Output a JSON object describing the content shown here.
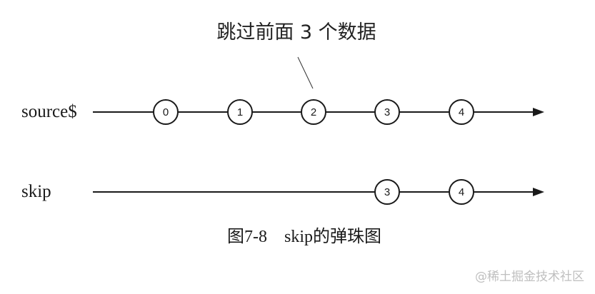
{
  "annotation": {
    "text": "跳过前面 3 个数据",
    "points_to": "2"
  },
  "streams": [
    {
      "label": "source$",
      "marbles": [
        "0",
        "1",
        "2",
        "3",
        "4"
      ]
    },
    {
      "label": "skip",
      "marbles": [
        "3",
        "4"
      ]
    }
  ],
  "caption": "图7-8    skip的弹珠图",
  "watermark": "@稀土掘金技术社区"
}
